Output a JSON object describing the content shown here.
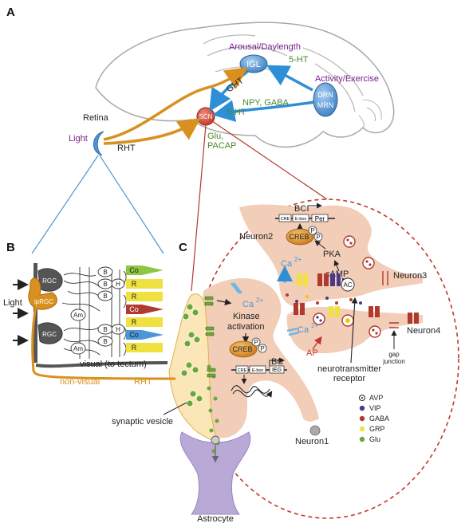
{
  "panels": {
    "a": "A",
    "b": "B",
    "c": "C"
  },
  "panel_a": {
    "igl": "IGL",
    "scn": "SCN",
    "drn": "DRN",
    "mrn": "MRN",
    "arousal": "Arousal/Daylength",
    "activity": "Activity/Exercise",
    "ht_top": "5-HT",
    "ht_bottom": "5-HT",
    "ght": "GHT",
    "npy_gaba": "NPY, GABA",
    "glu": "Glu,",
    "pacap": "PACAP",
    "retina": "Retina",
    "light": "Light",
    "rht": "RHT"
  },
  "panel_b": {
    "light": "Light",
    "rgc_top": "RGC",
    "iprgc": "ipRGC",
    "rgc_bottom": "RGC",
    "am_top": "Am",
    "am_bottom": "Am",
    "b_labels": [
      "B",
      "B",
      "B",
      "B",
      "B"
    ],
    "h_top": "H",
    "h_bottom": "H",
    "photoreceptors": [
      "Co",
      "R",
      "R",
      "Co",
      "R",
      "Co",
      "R"
    ],
    "visual": "visual (to tectum)",
    "nonvisual": "non-visual",
    "rht": "RHT"
  },
  "panel_c": {
    "neuron1": "Neuron1",
    "neuron2": "Neuron2",
    "neuron3": "Neuron3",
    "neuron4": "Neuron4",
    "ca_left": "Ca",
    "ca_n2": "Ca",
    "ca_n4": "Ca",
    "sup2": "2+",
    "kinase1": "Kinase",
    "kinase2": "activation",
    "creb_left": "CREB",
    "creb_right": "CREB",
    "p": "P",
    "bc_left": "BC",
    "bc_right": "BC",
    "cre": "CRE",
    "ebox": "E-box",
    "ieg": "IEG",
    "per": "Per",
    "pka": "PKA",
    "camp": "cAMP",
    "ac": "AC",
    "ap": "AP",
    "gap1": "gap",
    "gap2": "junction",
    "ntr1": "neurotransmitter",
    "ntr2": "receptor",
    "synaptic": "synaptic vesicle",
    "astrocyte": "Astrocyte",
    "legend": [
      "AVP",
      "VIP",
      "GABA",
      "GRP",
      "Glu"
    ]
  },
  "colors": {
    "orange": "#d9901e",
    "blue": "#2f8fd6",
    "red": "#c0392b",
    "neuron_fill": "#f2cdb8",
    "astrocyte": "#b9a9d6",
    "terminal": "#fbe6b8",
    "green": "#6aa839"
  }
}
